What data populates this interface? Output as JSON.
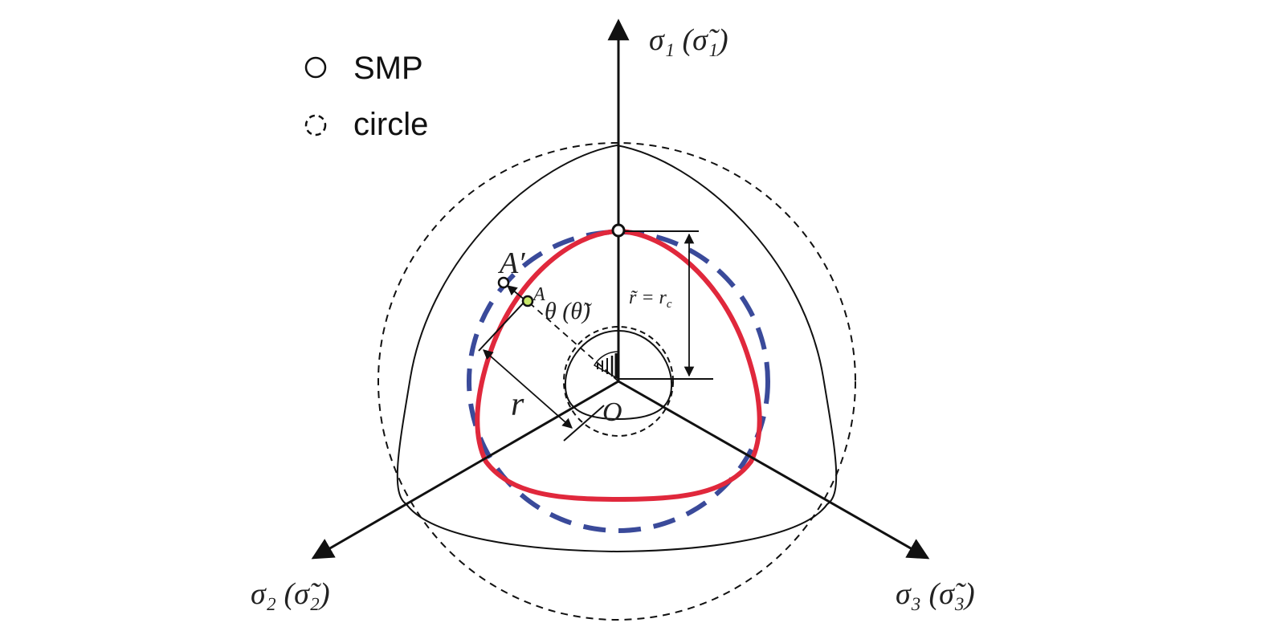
{
  "legend": {
    "items": [
      {
        "label": "SMP",
        "symbol": "solid-circle-outline-icon"
      },
      {
        "label": "circle",
        "symbol": "dashed-circle-outline-icon"
      }
    ]
  },
  "axes": {
    "sigma1": {
      "label": "σ₁ (σ̃₁)"
    },
    "sigma2": {
      "label": "σ₂ (σ̃₂)"
    },
    "sigma3": {
      "label": "σ₃ (σ̃₃)"
    }
  },
  "annotations": {
    "a_prime": "A′",
    "a": "A",
    "theta": "θ (θ̃)",
    "r_tilde": "r̃ = r",
    "r_tilde_sub": "c",
    "r": "r",
    "origin": "O"
  },
  "colors": {
    "smp_curve": "#e0283c",
    "circle_dashed": "#3a4a9a",
    "lines": "#111111",
    "point_fill": "#c8e86a"
  }
}
